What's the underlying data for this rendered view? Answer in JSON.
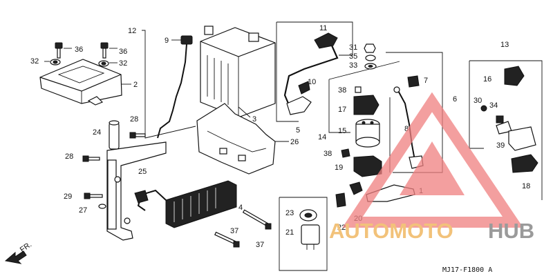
{
  "diagram": {
    "drawing_code": "MJ17-F1800 A",
    "forward_marker": "FR.",
    "callouts": [
      {
        "id": "c1",
        "text": "1"
      },
      {
        "id": "c2",
        "text": "2"
      },
      {
        "id": "c3",
        "text": "3"
      },
      {
        "id": "c4",
        "text": "4"
      },
      {
        "id": "c5",
        "text": "5"
      },
      {
        "id": "c6",
        "text": "6"
      },
      {
        "id": "c7",
        "text": "7"
      },
      {
        "id": "c8",
        "text": "8"
      },
      {
        "id": "c9",
        "text": "9"
      },
      {
        "id": "c10",
        "text": "10"
      },
      {
        "id": "c11",
        "text": "11"
      },
      {
        "id": "c12",
        "text": "12"
      },
      {
        "id": "c13",
        "text": "13"
      },
      {
        "id": "c14",
        "text": "14"
      },
      {
        "id": "c15",
        "text": "15"
      },
      {
        "id": "c16",
        "text": "16"
      },
      {
        "id": "c17",
        "text": "17"
      },
      {
        "id": "c18",
        "text": "18"
      },
      {
        "id": "c19",
        "text": "19"
      },
      {
        "id": "c20",
        "text": "20"
      },
      {
        "id": "c21",
        "text": "21"
      },
      {
        "id": "c22",
        "text": "22"
      },
      {
        "id": "c23",
        "text": "23"
      },
      {
        "id": "c24",
        "text": "24"
      },
      {
        "id": "c25",
        "text": "25"
      },
      {
        "id": "c26",
        "text": "26"
      },
      {
        "id": "c27",
        "text": "27"
      },
      {
        "id": "c28a",
        "text": "28"
      },
      {
        "id": "c28b",
        "text": "28"
      },
      {
        "id": "c29",
        "text": "29"
      },
      {
        "id": "c30",
        "text": "30"
      },
      {
        "id": "c31",
        "text": "31"
      },
      {
        "id": "c32a",
        "text": "32"
      },
      {
        "id": "c32b",
        "text": "32"
      },
      {
        "id": "c33",
        "text": "33"
      },
      {
        "id": "c34",
        "text": "34"
      },
      {
        "id": "c35",
        "text": "35"
      },
      {
        "id": "c36a",
        "text": "36"
      },
      {
        "id": "c36b",
        "text": "36"
      },
      {
        "id": "c37a",
        "text": "37"
      },
      {
        "id": "c37b",
        "text": "37"
      },
      {
        "id": "c38a",
        "text": "38"
      },
      {
        "id": "c38b",
        "text": "38"
      },
      {
        "id": "c39",
        "text": "39"
      }
    ]
  },
  "watermark": {
    "word_part1": "AUTOMOTO",
    "word_part2": "HUB",
    "color_part1": "#f2c27a",
    "color_part2": "#9a9a9a",
    "logo_color": "#f08080"
  }
}
